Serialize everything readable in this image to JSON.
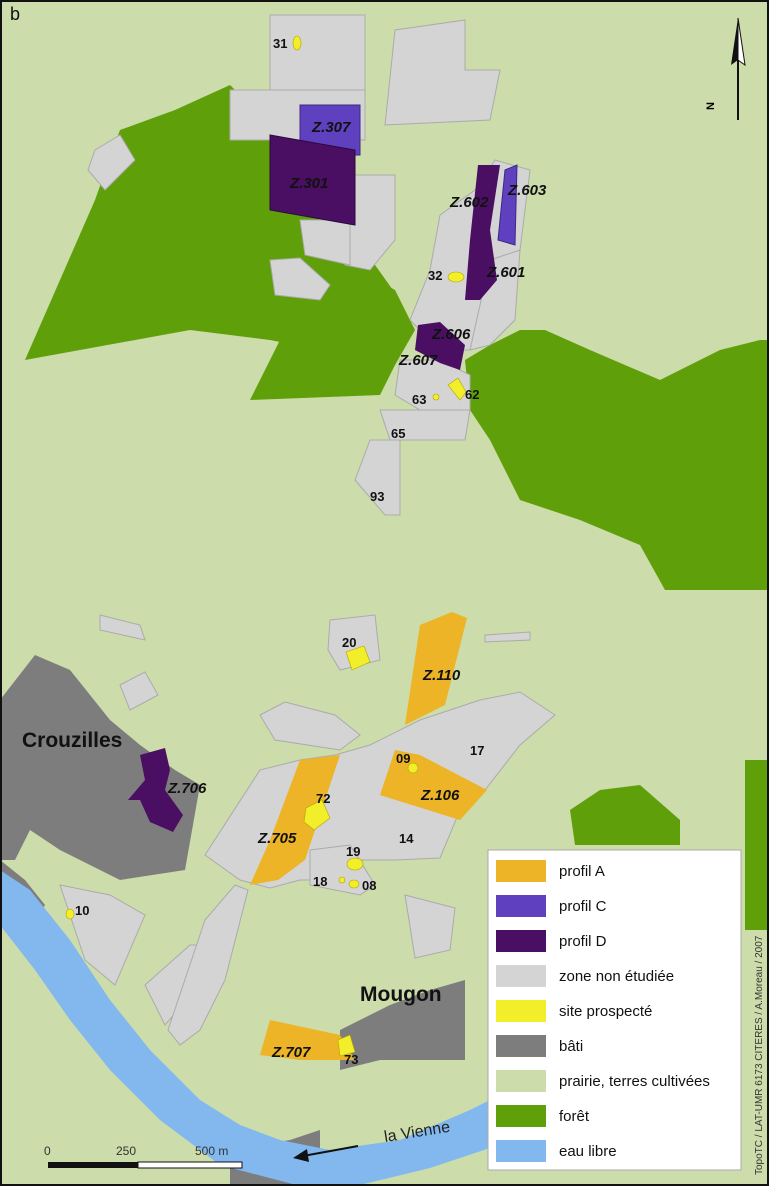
{
  "panel_letter": "b",
  "north_label": "N",
  "colors": {
    "background": "#ccdcaa",
    "profil_A": "#ecb426",
    "profil_C": "#5f41bf",
    "profil_D": "#4a0e62",
    "zone_non_etudiee": "#d4d4d4",
    "site_prospecte": "#f2ee2a",
    "bati": "#7d7d7d",
    "prairie": "#ccdcaa",
    "foret": "#5f9f0a",
    "eau_libre": "#82b8ee"
  },
  "zones": [
    {
      "label": "Z.307",
      "profile": "C"
    },
    {
      "label": "Z.301",
      "profile": "D"
    },
    {
      "label": "Z.602",
      "profile": "D"
    },
    {
      "label": "Z.603",
      "profile": "C"
    },
    {
      "label": "Z.601",
      "profile": "D"
    },
    {
      "label": "Z.606",
      "profile": "D"
    },
    {
      "label": "Z.607",
      "profile": "D"
    },
    {
      "label": "Z.110",
      "profile": "A"
    },
    {
      "label": "Z.106",
      "profile": "A"
    },
    {
      "label": "Z.706",
      "profile": "D"
    },
    {
      "label": "Z.705",
      "profile": "A"
    },
    {
      "label": "Z.707",
      "profile": "A"
    }
  ],
  "sites": [
    "31",
    "32",
    "62",
    "63",
    "65",
    "93",
    "20",
    "09",
    "17",
    "72",
    "19",
    "14",
    "18",
    "08",
    "10",
    "73"
  ],
  "places": {
    "crouzilles": "Crouzilles",
    "mougon": "Mougon"
  },
  "river": "la Vienne",
  "legend": [
    {
      "key": "profil_A",
      "label": "profil A"
    },
    {
      "key": "profil_C",
      "label": "profil C"
    },
    {
      "key": "profil_D",
      "label": "profil D"
    },
    {
      "key": "zone_non_etudiee",
      "label": "zone non étudiée"
    },
    {
      "key": "site_prospecte",
      "label": "site prospecté"
    },
    {
      "key": "bati",
      "label": "bâti"
    },
    {
      "key": "prairie",
      "label": "prairie, terres cultivées"
    },
    {
      "key": "foret",
      "label": "forêt"
    },
    {
      "key": "eau_libre",
      "label": "eau libre"
    }
  ],
  "scale": {
    "ticks": [
      "0",
      "250",
      "500 m"
    ]
  },
  "credit": "TopoTC / LAT-UMR 6173 CITERES / A.Moreau / 2007"
}
